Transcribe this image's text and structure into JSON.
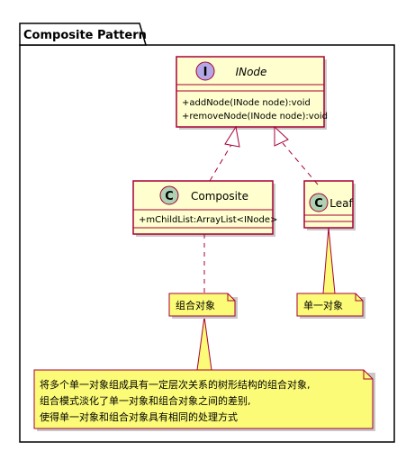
{
  "package": {
    "title": "Composite Pattern"
  },
  "classes": {
    "inode": {
      "stereotype": "I",
      "name": "INode",
      "methods": [
        "+addNode(INode node):void",
        "+removeNode(INode node):void"
      ]
    },
    "composite": {
      "stereotype": "C",
      "name": "Composite",
      "fields": [
        "+mChildList:ArrayList<INode>"
      ]
    },
    "leaf": {
      "stereotype": "C",
      "name": "Leaf"
    }
  },
  "notes": {
    "composite_note": "组合对象",
    "leaf_note": "单一对象",
    "summary_lines": [
      "将多个单一对象组成具有一定层次关系的树形结构的组合对象,",
      "组合模式淡化了单一对象和组合对象之间的差别,",
      "使得单一对象和组合对象具有相同的处理方式"
    ]
  },
  "colors": {
    "class_fill": "#FEFECE",
    "class_border": "#A80036",
    "note_fill": "#FBFB77",
    "interface_circle": "#B4A7E5",
    "class_circle": "#ADD1B2"
  }
}
